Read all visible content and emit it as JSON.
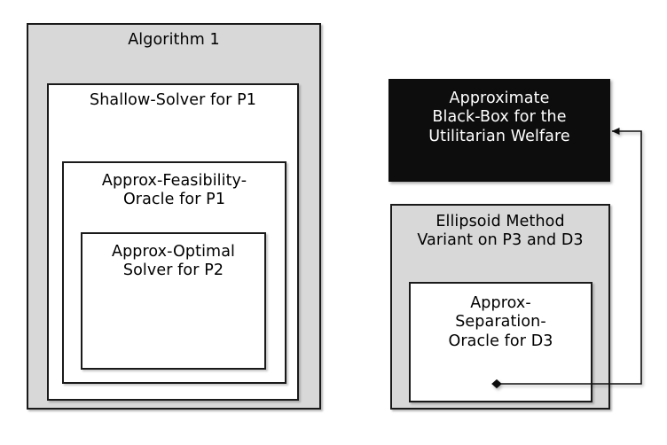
{
  "diagram": {
    "title": "Algorithm 1 architecture",
    "colors": {
      "gray_fill": "#d8d8d8",
      "white_fill": "#ffffff",
      "black_fill": "#0d0d0d",
      "stroke": "#1a1a1a",
      "text_on_black": "#ffffff"
    },
    "boxes": {
      "algorithm_1": {
        "label": "Algorithm 1",
        "fill": "gray"
      },
      "shallow_solver": {
        "label": "Shallow-Solver for P1",
        "fill": "white"
      },
      "approx_feasibility_oracle": {
        "label": "Approx-Feasibility-\nOracle for P1",
        "fill": "white"
      },
      "approx_optimal_solver": {
        "label": "Approx-Optimal\nSolver for P2",
        "fill": "white"
      },
      "approximate_black_box": {
        "label": "Approximate\nBlack-Box for the\nUtilitarian Welfare",
        "fill": "black"
      },
      "ellipsoid_method": {
        "label": "Ellipsoid Method\nVariant on P3 and D3",
        "fill": "gray"
      },
      "approx_separation_oracle": {
        "label": "Approx-\nSeparation-\nOracle for D3",
        "fill": "white"
      }
    },
    "connectors": [
      {
        "name": "shallow-solver-to-black-box",
        "from": "shallow_solver",
        "to": "approximate_black_box",
        "source_marker": "diamond",
        "target_marker": "arrow"
      },
      {
        "name": "approx-optimal-solver-to-ellipsoid",
        "from": "approx_optimal_solver",
        "to": "ellipsoid_method",
        "source_marker": "diamond",
        "target_marker": "arrow"
      },
      {
        "name": "approx-separation-oracle-to-black-box",
        "from": "approx_separation_oracle",
        "to": "approximate_black_box",
        "source_marker": "diamond",
        "target_marker": "arrow"
      }
    ]
  }
}
